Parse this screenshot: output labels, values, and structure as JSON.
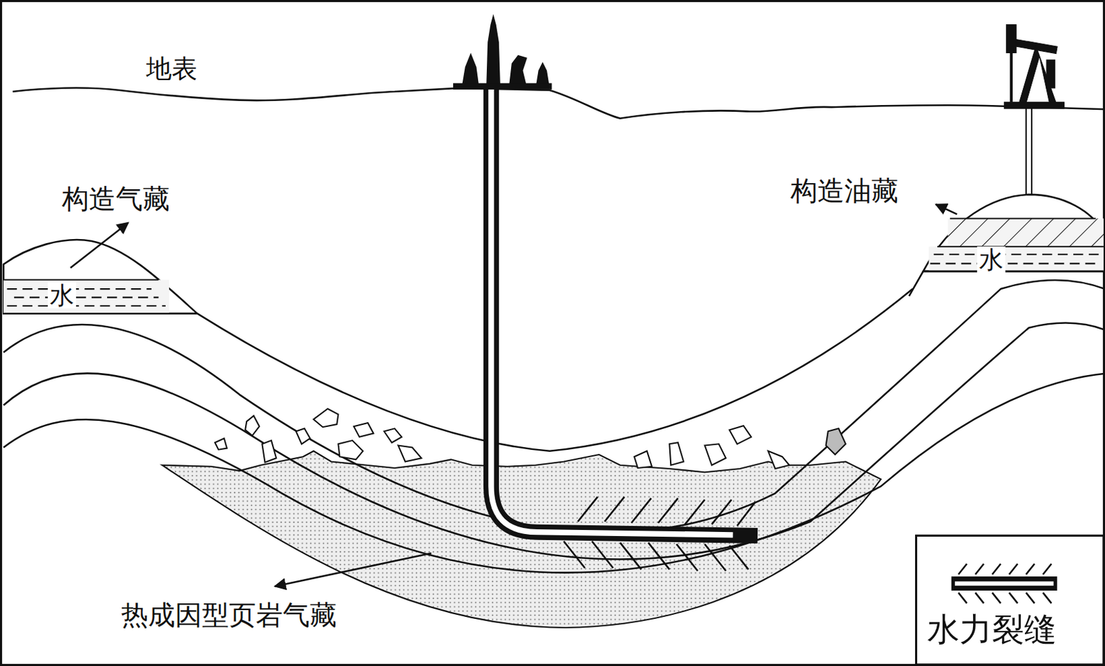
{
  "diagram": {
    "labels": [
      "地表",
      "构造气藏",
      "水",
      "构造油藏",
      "水",
      "热成因型页岩气藏"
    ],
    "legend": [
      {
        "text": "水力裂缝"
      }
    ]
  }
}
